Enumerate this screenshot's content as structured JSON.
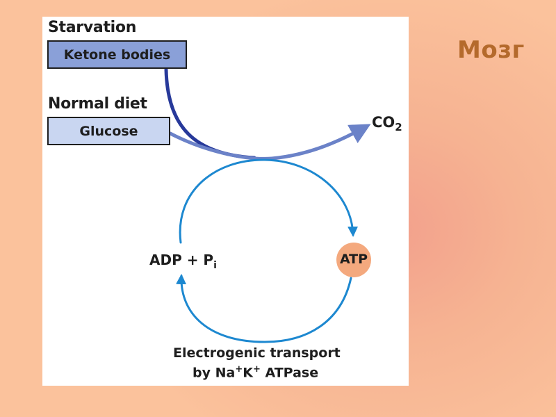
{
  "slide": {
    "title": "Мозг"
  },
  "diagram": {
    "starvation_heading": "Starvation",
    "ketone_box": "Ketone bodies",
    "normal_diet_heading": "Normal diet",
    "glucose_box": "Glucose",
    "co2": {
      "main": "CO",
      "sub": "2"
    },
    "adp": {
      "main": "ADP + P",
      "sub": "i"
    },
    "atp": "ATP",
    "transport_line1": "Electrogenic transport",
    "transport_line2": {
      "prefix": "by Na",
      "sup1": "+",
      "mid": "K",
      "sup2": "+",
      "suffix": " ATPase"
    }
  },
  "colors": {
    "ketone_fill": "#8aa0d8",
    "glucose_fill": "#c9d6f1",
    "ketone_arrow": "#27399a",
    "glucose_arrow": "#6b82c8",
    "cycle": "#1d88d0",
    "atp_circle": "#f4a97e",
    "slide_title": "#b46a2c"
  }
}
